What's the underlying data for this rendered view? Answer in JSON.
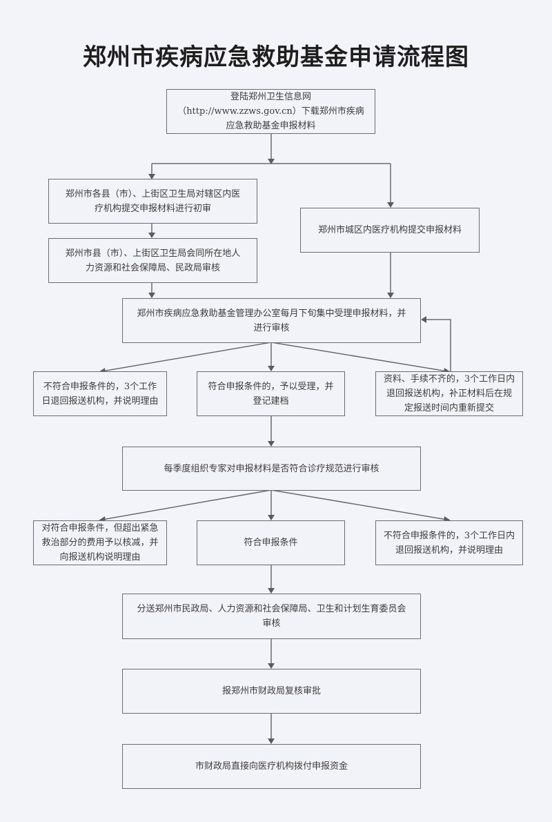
{
  "title": "郑州市疾病应急救助基金申请流程图",
  "nodes": {
    "download": "登陆郑州卫生信息网\n（http://www.zzws.gov.cn）下载郑州市疾病\n应急救助基金申报材料",
    "county_initial_review": "郑州市各县（市）、上街区卫生局对辖区内医\n疗机构提交申报材料进行初审",
    "county_joint_review": "郑州市县（市）、上街区卫生局会同所在地人\n力资源和社会保障局、民政局审核",
    "city_submit": "郑州市城区内医疗机构提交申报材料",
    "fund_office_review": "郑州市疾病应急救助基金管理办公室每月下旬集中受理申报材料，并\n进行审核",
    "reject_1": "不符合申报条件的，3个工作\n日退回报送机构，并说明理由",
    "accept": "符合申报条件的，予以受理，并\n登记建档",
    "incomplete": "资料、手续不齐的，3个工作日内\n退回报送机构，补正材料后在规\n定报送时间内重新提交",
    "expert_review": "每季度组织专家对申报材料是否符合诊疗规范进行审核",
    "partial_reduce": "对符合申报条件，但超出紧急\n救治部分的费用予以核减，并\n向报送机构说明理由",
    "qualified": "符合申报条件",
    "reject_2": "不符合申报条件的，3个工作日内\n退回报送机构，并说明理由",
    "multi_dept_review": "分送郑州市民政局、人力资源和社会保障局、卫生和计划生育委员会\n审核",
    "finance_approval": "报郑州市财政局复核审批",
    "payment": "市财政局直接向医疗机构拨付申报资金"
  },
  "edges": [
    [
      "download",
      "county_initial_review"
    ],
    [
      "download",
      "city_submit"
    ],
    [
      "county_initial_review",
      "county_joint_review"
    ],
    [
      "county_joint_review",
      "fund_office_review"
    ],
    [
      "city_submit",
      "fund_office_review"
    ],
    [
      "fund_office_review",
      "reject_1"
    ],
    [
      "fund_office_review",
      "accept"
    ],
    [
      "fund_office_review",
      "incomplete"
    ],
    [
      "incomplete",
      "fund_office_review"
    ],
    [
      "accept",
      "expert_review"
    ],
    [
      "expert_review",
      "partial_reduce"
    ],
    [
      "expert_review",
      "qualified"
    ],
    [
      "expert_review",
      "reject_2"
    ],
    [
      "qualified",
      "multi_dept_review"
    ],
    [
      "multi_dept_review",
      "finance_approval"
    ],
    [
      "finance_approval",
      "payment"
    ]
  ]
}
